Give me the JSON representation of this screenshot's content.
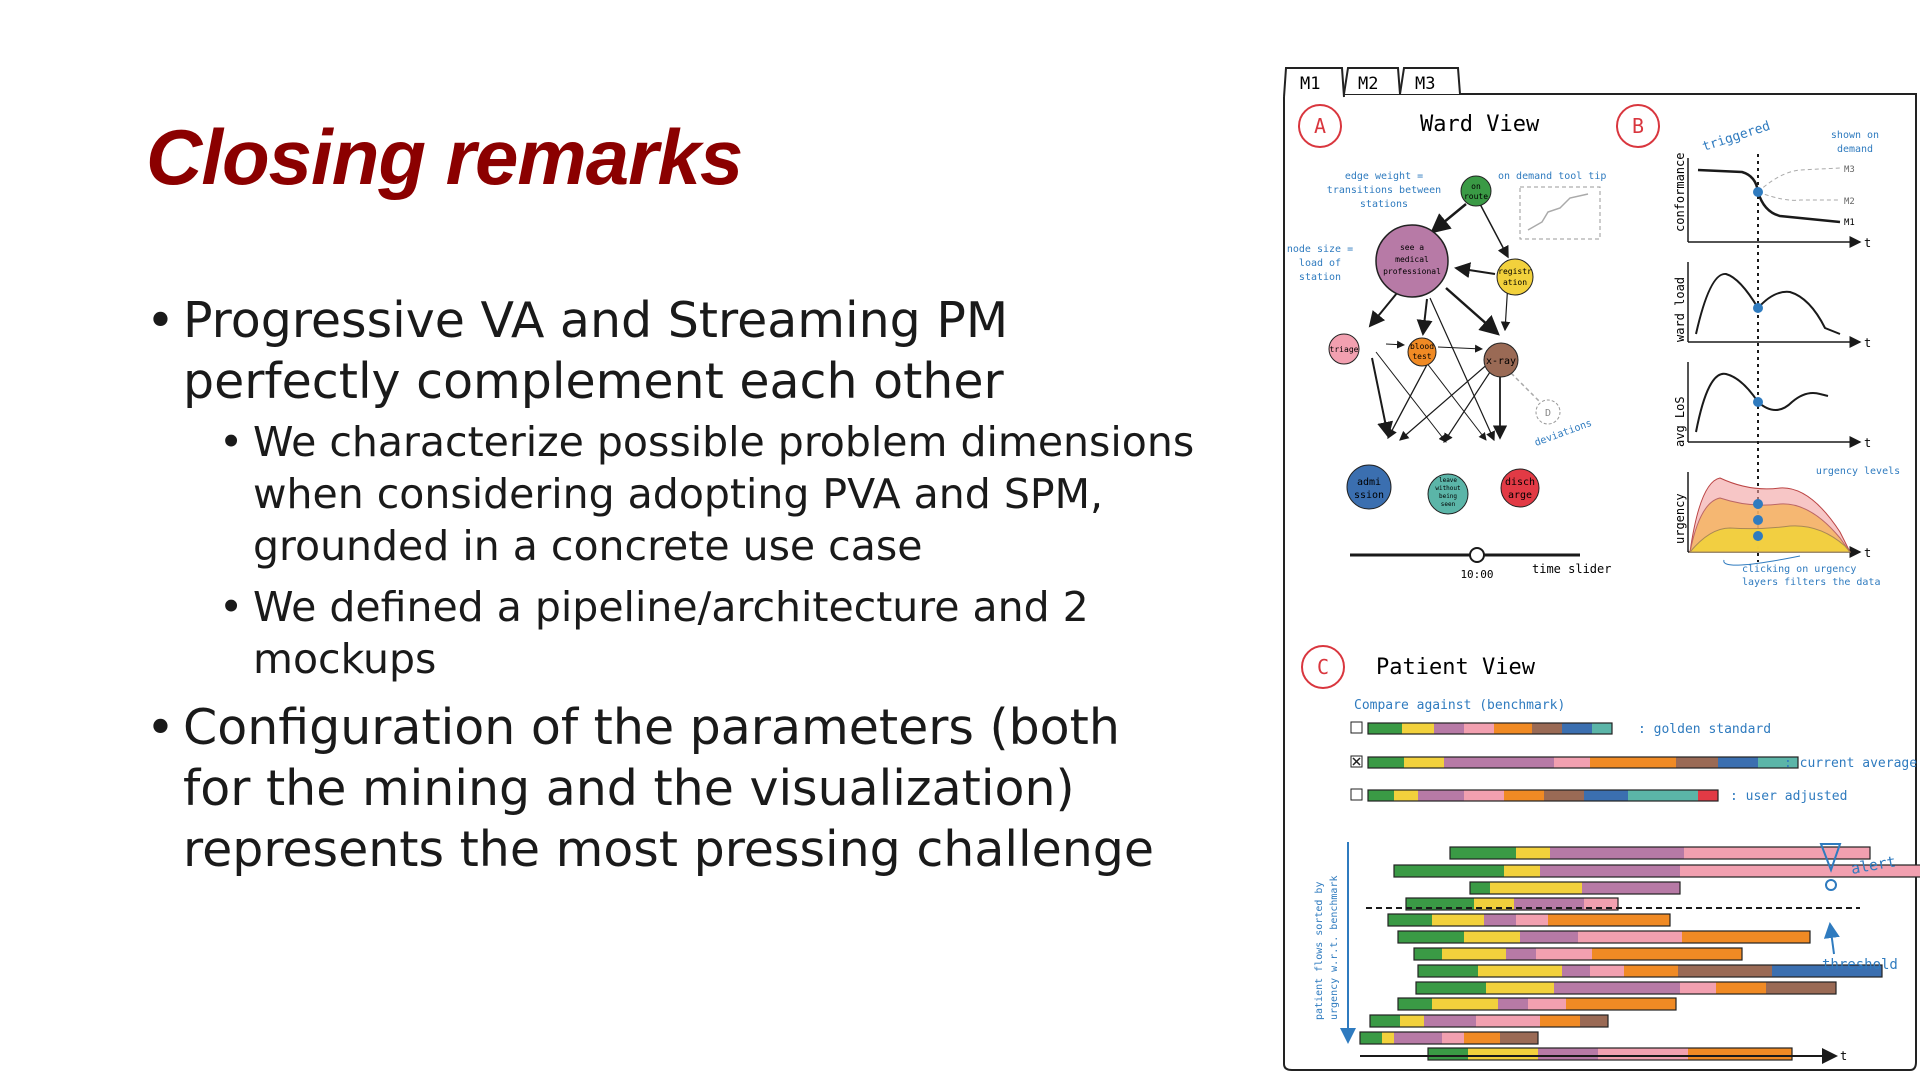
{
  "slide": {
    "title": "Closing remarks",
    "bullets": [
      {
        "text": "Progressive VA and Streaming PM perfectly complement each other",
        "children": [
          "We characterize possible problem dimensions when considering adopting PVA and SPM, grounded in a concrete use case",
          "We defined a pipeline/architecture and 2 mockups"
        ]
      },
      {
        "text": "Configuration of the parameters (both for the mining and the visualization) represents the most pressing challenge",
        "children": []
      }
    ]
  },
  "figure": {
    "tabs": [
      "M1",
      "M2",
      "M3"
    ],
    "panel_a": {
      "marker": "A",
      "title": "Ward View",
      "annotations": {
        "edge_weight": [
          "edge weight =",
          "transitions between",
          "stations"
        ],
        "on_demand": "on demand tool tip",
        "node_size": [
          "node size =",
          "load of",
          "station"
        ],
        "deviations": "deviations",
        "deviation_marker": "D",
        "time_slider": "time slider",
        "time": "10:00"
      },
      "nodes": {
        "on_route": [
          "on",
          "route"
        ],
        "see_medical": [
          "see a",
          "medical",
          "professional"
        ],
        "registration": [
          "registr",
          "ation"
        ],
        "triage": [
          "triage"
        ],
        "blood_test": [
          "blood",
          "test"
        ],
        "xray": [
          "x-ray"
        ],
        "admission": [
          "admi",
          "ssion"
        ],
        "leave": [
          "leave",
          "without",
          "being",
          "seen"
        ],
        "discharge": [
          "disch",
          "arge"
        ]
      }
    },
    "panel_b": {
      "marker": "B",
      "triggered": "triggered",
      "shown_on_demand": [
        "shown on",
        "demand"
      ],
      "model_labels": [
        "M3",
        "M2",
        "M1"
      ],
      "axis_t": "t",
      "charts": [
        "conformance",
        "ward load",
        "avg LoS",
        "urgency"
      ],
      "urgency_levels": "urgency levels",
      "clicking_note": [
        "clicking on urgency",
        "layers filters the data"
      ]
    },
    "panel_c": {
      "marker": "C",
      "title": "Patient View",
      "compare": "Compare against (benchmark)",
      "benchmarks": [
        {
          "label": ": golden standard",
          "checked": false
        },
        {
          "label": ": current average",
          "checked": true
        },
        {
          "label": ": user adjusted",
          "checked": false
        }
      ],
      "side_label": [
        "patient flows sorted by",
        "urgency w.r.t. benchmark"
      ],
      "alert": "alert",
      "threshold": "threshold",
      "axis_t": "t"
    },
    "palette": {
      "green": "#3a9a45",
      "yellow": "#f2d13c",
      "mauve": "#b77aa6",
      "pink": "#f2a0b0",
      "orange": "#f08a24",
      "brown": "#9a6a55",
      "blue": "#3b6fb0",
      "teal": "#5bb5a8",
      "red": "#e23a45",
      "accent_blue": "#2f7bbf",
      "marker_red": "#d9363e"
    }
  }
}
